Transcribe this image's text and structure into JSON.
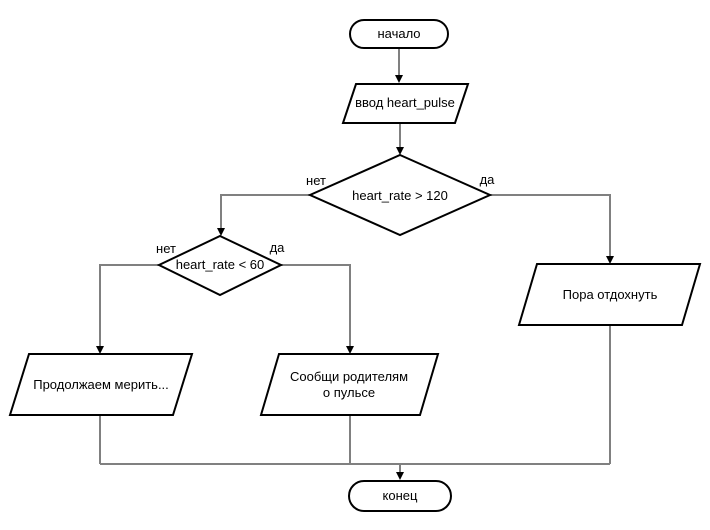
{
  "diagram": {
    "type": "flowchart",
    "nodes": {
      "start": {
        "label": "начало",
        "shape": "terminator"
      },
      "input": {
        "label": "ввод heart_pulse",
        "shape": "parallelogram"
      },
      "decision_high": {
        "label": "heart_rate > 120",
        "shape": "diamond"
      },
      "decision_low": {
        "label": "heart_rate < 60",
        "shape": "diamond"
      },
      "io_continue": {
        "label": "Продолжаем мерить...",
        "shape": "parallelogram"
      },
      "io_parents": {
        "label": "Сообщи родителям о пульсе",
        "shape": "parallelogram"
      },
      "io_rest": {
        "label": "Пора отдохнуть",
        "shape": "parallelogram"
      },
      "end": {
        "label": "конец",
        "shape": "terminator"
      }
    },
    "edge_labels": {
      "decision_high_no": "нет",
      "decision_high_yes": "да",
      "decision_low_no": "нет",
      "decision_low_yes": "да"
    },
    "colors": {
      "shape_border": "#000000",
      "connector": "#808080",
      "arrowhead": "#000000",
      "background": "#ffffff",
      "text": "#000000"
    }
  }
}
